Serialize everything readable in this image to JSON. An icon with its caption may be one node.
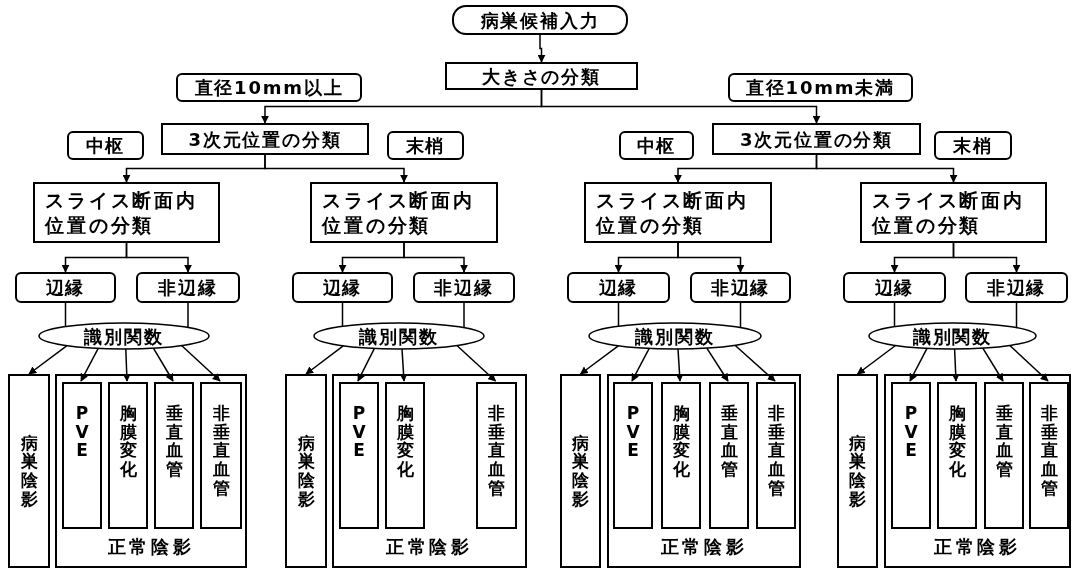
{
  "diagram": {
    "nodes": [
      {
        "text": [
          "病巣候補入力"
        ]
      },
      {
        "text": [
          "大きさの分類"
        ]
      },
      {
        "text": [
          "直径10mm以上"
        ]
      },
      {
        "text": [
          "直径10mm未満"
        ]
      },
      {
        "text": [
          "中枢"
        ]
      },
      {
        "text": [
          "3次元位置の分類"
        ]
      },
      {
        "text": [
          "末梢"
        ]
      },
      {
        "text": [
          "中枢"
        ]
      },
      {
        "text": [
          "3次元位置の分類"
        ]
      },
      {
        "text": [
          "末梢"
        ]
      },
      {
        "text": [
          "スライス断面内位置の分類"
        ]
      },
      {
        "text": [
          "スライス断面内位置の分類"
        ]
      },
      {
        "text": [
          "スライス断面内位置の分類"
        ]
      },
      {
        "text": [
          "スライス断面内位置の分類"
        ]
      },
      {
        "text": [
          "辺縁"
        ]
      },
      {
        "text": [
          "非辺縁"
        ]
      },
      {
        "text": [
          "辺縁"
        ]
      },
      {
        "text": [
          "非辺縁"
        ]
      },
      {
        "text": [
          "辺縁"
        ]
      },
      {
        "text": [
          "非辺縁"
        ]
      },
      {
        "text": [
          "辺縁"
        ]
      },
      {
        "text": [
          "非辺縁"
        ]
      },
      {
        "text": [
          "識別関数"
        ]
      },
      {
        "text": [
          "識別関数"
        ]
      },
      {
        "text": [
          "識別関数"
        ]
      },
      {
        "text": [
          "識別関数"
        ]
      },
      {
        "text": [
          "病巣陰影"
        ]
      },
      {
        "text": [
          "正常陰影"
        ]
      },
      {
        "text": [
          "PVE"
        ],
        "in": 27
      },
      {
        "text": [
          "胸膜変化"
        ],
        "in": 27
      },
      {
        "text": [
          "垂直血管"
        ],
        "in": 27
      },
      {
        "text": [
          "非垂直血管"
        ],
        "in": 27
      },
      {
        "text": [
          "病巣陰影"
        ]
      },
      {
        "text": [
          "正常陰影"
        ]
      },
      {
        "text": [
          "PVE"
        ],
        "in": 33
      },
      {
        "text": [
          "胸膜変化"
        ],
        "in": 33
      },
      {
        "text": [
          "非垂直血管"
        ],
        "in": 33
      },
      {
        "text": [
          "病巣陰影"
        ]
      },
      {
        "text": [
          "正常陰影"
        ]
      },
      {
        "text": [
          "PVE"
        ],
        "in": 38
      },
      {
        "text": [
          "胸膜変化"
        ],
        "in": 38
      },
      {
        "text": [
          "垂直血管"
        ],
        "in": 38
      },
      {
        "text": [
          "非垂直血管"
        ],
        "in": 38
      },
      {
        "text": [
          "病巣陰影"
        ]
      },
      {
        "text": [
          "正常陰影"
        ]
      },
      {
        "text": [
          "PVE"
        ],
        "in": 44
      },
      {
        "text": [
          "胸膜変化"
        ],
        "in": 44
      },
      {
        "text": [
          "垂直血管"
        ],
        "in": 44
      },
      {
        "text": [
          "非垂直血管"
        ],
        "in": 44
      }
    ],
    "edges": [
      {
        "from": 0,
        "to": 1,
        "arrow": "to"
      },
      {
        "from": 1,
        "to": 5,
        "arrow": "to"
      },
      {
        "from": 1,
        "to": 8,
        "arrow": "to"
      },
      {
        "from": 5,
        "to": 10,
        "arrow": "to"
      },
      {
        "from": 5,
        "to": 11,
        "arrow": "to"
      },
      {
        "from": 8,
        "to": 12,
        "arrow": "to"
      },
      {
        "from": 8,
        "to": 13,
        "arrow": "to"
      },
      {
        "from": 10,
        "to": 14,
        "arrow": "to"
      },
      {
        "from": 10,
        "to": 15,
        "arrow": "to"
      },
      {
        "from": 11,
        "to": 16,
        "arrow": "to"
      },
      {
        "from": 11,
        "to": 17,
        "arrow": "to"
      },
      {
        "from": 12,
        "to": 18,
        "arrow": "to"
      },
      {
        "from": 12,
        "to": 19,
        "arrow": "to"
      },
      {
        "from": 13,
        "to": 20,
        "arrow": "to"
      },
      {
        "from": 13,
        "to": 21,
        "arrow": "to"
      },
      {
        "from": 14,
        "to": 22,
        "arrow": "none"
      },
      {
        "from": 15,
        "to": 22,
        "arrow": "none"
      },
      {
        "from": 16,
        "to": 23,
        "arrow": "none"
      },
      {
        "from": 17,
        "to": 23,
        "arrow": "none"
      },
      {
        "from": 18,
        "to": 24,
        "arrow": "none"
      },
      {
        "from": 19,
        "to": 24,
        "arrow": "none"
      },
      {
        "from": 20,
        "to": 25,
        "arrow": "none"
      },
      {
        "from": 21,
        "to": 25,
        "arrow": "none"
      },
      {
        "from": 22,
        "to": 26,
        "arrow": "to"
      },
      {
        "from": 22,
        "to": 28,
        "arrow": "to"
      },
      {
        "from": 22,
        "to": 29,
        "arrow": "to"
      },
      {
        "from": 22,
        "to": 30,
        "arrow": "to"
      },
      {
        "from": 22,
        "to": 31,
        "arrow": "to"
      },
      {
        "from": 23,
        "to": 32,
        "arrow": "to"
      },
      {
        "from": 23,
        "to": 34,
        "arrow": "to"
      },
      {
        "from": 23,
        "to": 35,
        "arrow": "to"
      },
      {
        "from": 23,
        "to": 36,
        "arrow": "to"
      },
      {
        "from": 24,
        "to": 37,
        "arrow": "to"
      },
      {
        "from": 24,
        "to": 39,
        "arrow": "to"
      },
      {
        "from": 24,
        "to": 40,
        "arrow": "to"
      },
      {
        "from": 24,
        "to": 41,
        "arrow": "to"
      },
      {
        "from": 24,
        "to": 42,
        "arrow": "to"
      },
      {
        "from": 25,
        "to": 43,
        "arrow": "to"
      },
      {
        "from": 25,
        "to": 45,
        "arrow": "to"
      },
      {
        "from": 25,
        "to": 46,
        "arrow": "to"
      },
      {
        "from": 25,
        "to": 47,
        "arrow": "to"
      },
      {
        "from": 25,
        "to": 48,
        "arrow": "to"
      }
    ]
  }
}
